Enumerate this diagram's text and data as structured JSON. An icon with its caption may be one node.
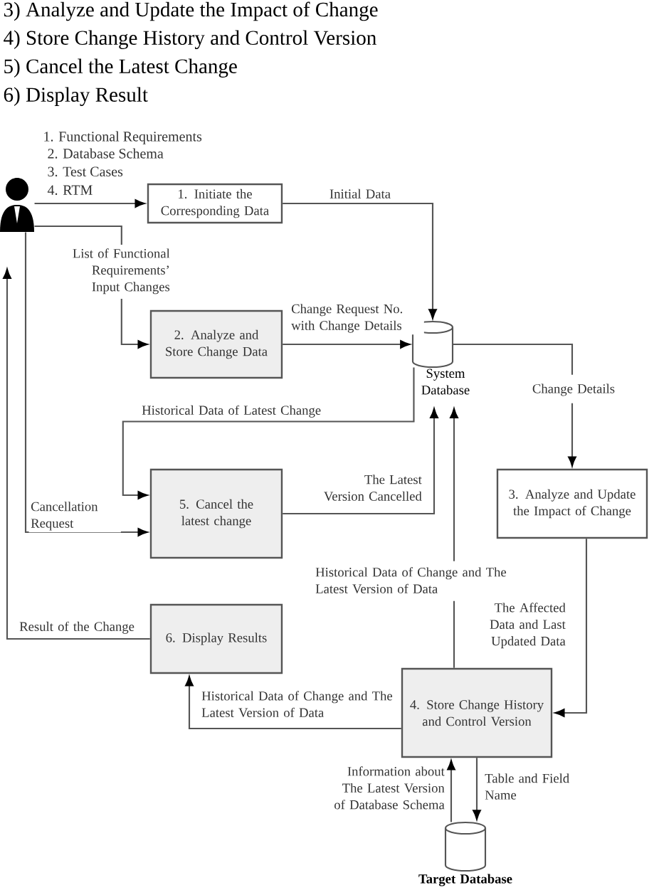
{
  "diagram": {
    "nodes": [
      {
        "text": [],
        "shape": "person"
      },
      {
        "text": [
          "1. Initiate the Corresponding Data"
        ]
      },
      {
        "text": [
          "2. Analyze and Store Change Data"
        ]
      },
      {
        "text": [
          "System Database"
        ]
      },
      {
        "text": [
          "3. Analyze and Update the Impact of  Change"
        ]
      },
      {
        "text": [
          "5. Cancel the latest change"
        ]
      },
      {
        "text": [
          "6. Display Results"
        ]
      },
      {
        "text": [
          "4. Store Change History and Control Version"
        ]
      },
      {
        "text": [
          "Target Database"
        ]
      }
    ],
    "edges": [
      {
        "from": 0,
        "to": 1,
        "arrow": "to"
      },
      {
        "from": 1,
        "to": 3,
        "arrow": "to",
        "label": "Initial Data"
      },
      {
        "from": 0,
        "to": 2,
        "arrow": "to",
        "label": "List of Functional Requirements’ Input Changes"
      },
      {
        "from": 2,
        "to": 3,
        "arrow": "to",
        "label": "Change Request No. with Change Details"
      },
      {
        "from": 3,
        "to": 4,
        "arrow": "to",
        "label": "Change Details"
      },
      {
        "from": 3,
        "to": 5,
        "arrow": "to",
        "label": "Historical Data of Latest Change"
      },
      {
        "from": 5,
        "to": 3,
        "arrow": "to",
        "label": "The Latest Version Cancelled"
      },
      {
        "from": 0,
        "to": 5,
        "arrow": "to",
        "label": "Cancellation Request"
      },
      {
        "from": 6,
        "to": 0,
        "arrow": "to",
        "label": "Result of the Change"
      },
      {
        "from": 7,
        "to": 3,
        "arrow": "to",
        "label": "Historical Data of Change and The Latest Version of Data"
      },
      {
        "from": 4,
        "to": 7,
        "arrow": "to",
        "label": "The Affected Data and Last Updated Data"
      },
      {
        "from": 7,
        "to": 6,
        "arrow": "to",
        "label": "Historical Data of Change and The Latest Version of Data"
      },
      {
        "from": 8,
        "to": 7,
        "arrow": "to",
        "label": "Information about The Latest Version of Database Schema"
      },
      {
        "from": 7,
        "to": 8,
        "arrow": "to",
        "label": "Table and Field Name"
      }
    ],
    "labels": [
      "3) Analyze and Update the Impact of Change",
      "4) Store Change History and Control Version",
      "5) Cancel the Latest Change",
      "6) Display Result",
      "1. Functional Requirements",
      "2. Database Schema",
      "3. Test Cases",
      "4. RTM"
    ]
  }
}
